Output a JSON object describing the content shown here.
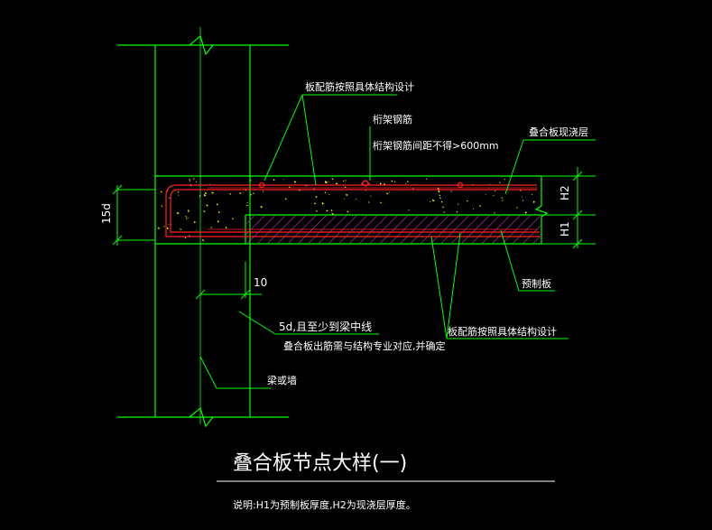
{
  "labels": {
    "slab_rebar_top": "板配筋按照具体结构设计",
    "truss_rebar": "桁架钢筋",
    "truss_spacing": "桁架钢筋间距不得>600mm",
    "cast_layer": "叠合板现浇层",
    "precast_slab": "预制板",
    "slab_rebar_bottom": "板配筋按照具体结构设计",
    "anchorage_line1": "5d,且至少到梁中线",
    "anchorage_line2": "叠合板出筋需与结构专业对应,并确定",
    "beam_or_wall": "梁或墙"
  },
  "dimensions": {
    "left_height": "15d",
    "gap": "10",
    "h2": "H2",
    "h1": "H1"
  },
  "title": "叠合板节点大样(一)",
  "note": "说明:H1为预制板厚度,H2为现浇层厚度。",
  "colors": {
    "background": "#000000",
    "outline": "#00ff00",
    "rebar": "#ff2020",
    "hatch": "#cc33cc",
    "aggregate": "#ffff00",
    "text": "#ffffff"
  }
}
